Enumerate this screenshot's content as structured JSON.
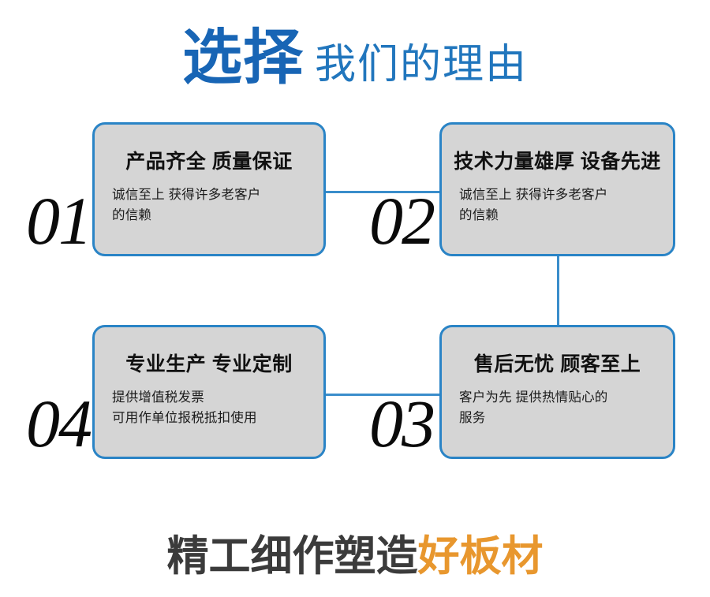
{
  "header": {
    "strong_text": "选择",
    "light_text": "我们的理由",
    "strong_color": "#1865b5",
    "light_color": "#2176bd"
  },
  "theme": {
    "border_blue": "#2a84c6",
    "connector_blue": "#3a8dcb",
    "card_fill": "#d5d5d5",
    "number_color": "#0a0a0a",
    "accent_orange": "#e8972e",
    "footer_dark": "#3b3b3b",
    "page_background": "#ffffff"
  },
  "cards": [
    {
      "number": "01",
      "title": "产品齐全 质量保证",
      "body_lines": [
        "诚信至上 获得许多老客户",
        "的信赖"
      ]
    },
    {
      "number": "02",
      "title": "技术力量雄厚 设备先进",
      "body_lines": [
        "诚信至上 获得许多老客户",
        "的信赖"
      ]
    },
    {
      "number": "03",
      "title": "售后无忧 顾客至上",
      "body_lines": [
        "客户为先 提供热情贴心的",
        "服务"
      ]
    },
    {
      "number": "04",
      "title": "专业生产 专业定制",
      "body_lines": [
        "提供增值税发票",
        "可用作单位报税抵扣使用"
      ]
    }
  ],
  "footer": {
    "dark_text": "精工细作塑造",
    "accent_text": "好板材"
  }
}
